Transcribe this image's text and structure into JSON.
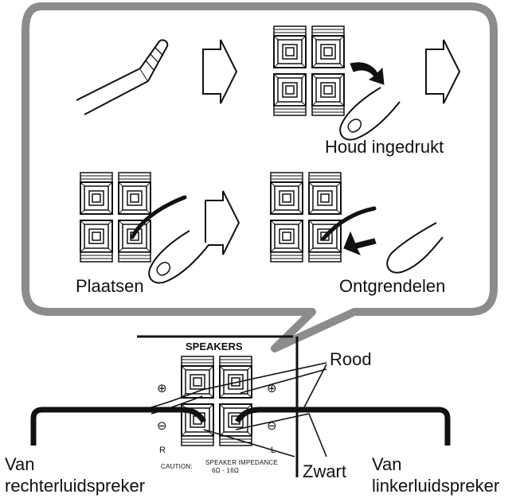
{
  "callout": {
    "step_hold": "Houd ingedrukt",
    "step_insert": "Plaatsen",
    "step_release": "Ontgrendelen"
  },
  "panel": {
    "title": "SPEAKERS",
    "plus_symbol": "⊕",
    "minus_symbol": "⊖",
    "right_channel": "R",
    "left_channel": "L",
    "caution_label": "CAUTION:",
    "impedance_label": "SPEAKER IMPEDANCE",
    "impedance_range": "6Ω - 16Ω"
  },
  "wires": {
    "red_label": "Rood",
    "black_label": "Zwart"
  },
  "sources": {
    "right_line1": "Van",
    "right_line2": "rechterluidspreker",
    "left_line1": "Van",
    "left_line2": "linkerluidspreker"
  }
}
